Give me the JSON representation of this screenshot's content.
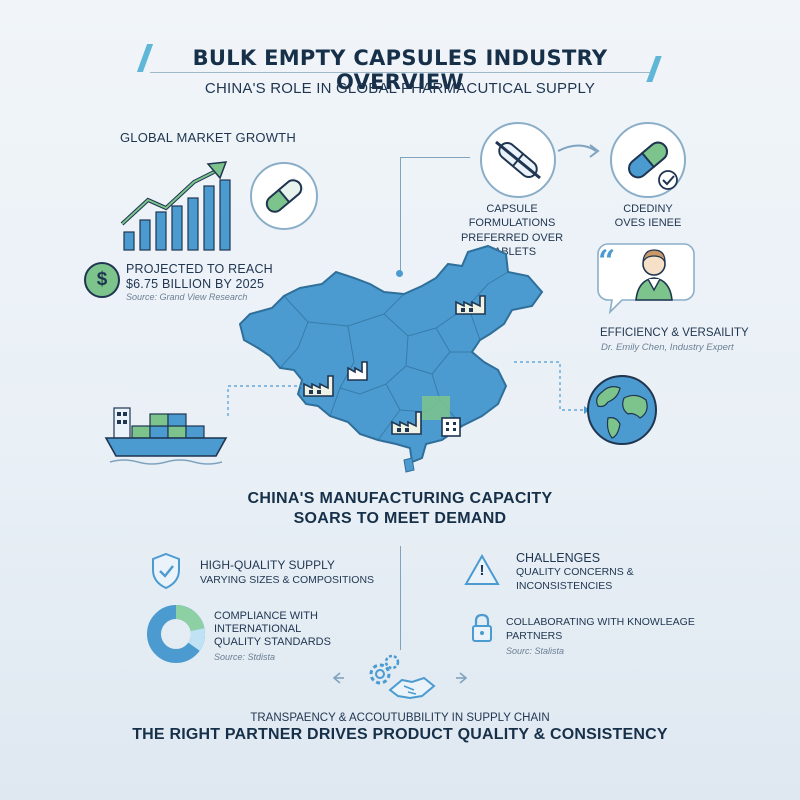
{
  "header": {
    "title": "BULK EMPTY CAPSULES INDUSTRY OVERVIEW",
    "subtitle": "CHINA'S ROLE IN GLOBAL PHARMACUTICAL SUPPLY"
  },
  "market": {
    "heading": "GLOBAL MARKET GROWTH",
    "projection_line1": "PROJECTED TO REACH",
    "projection_line2": "$6.75 BILLION BY 2025",
    "source": "Source: Grand View Research"
  },
  "formulations": {
    "line1": "CAPSULE FORMULATIONS",
    "line2": "PREFERRED OVER TABLETS",
    "right_line1": "CDEDINY",
    "right_line2": "OVES IENEE"
  },
  "expert": {
    "label": "EFFICIENCY & VERSAILITY",
    "name": "Dr. Emily Chen, Industry Expert"
  },
  "china": {
    "caption_line1": "CHINA'S MANUFACTURING CAPACITY",
    "caption_line2": "SOARS TO MEET DEMAND"
  },
  "quality": {
    "title": "HIGH-QUALITY SUPPLY",
    "subtitle": "VARYING SIZES & COMPOSITIONS"
  },
  "compliance": {
    "line1": "COMPLIANCE WITH",
    "line2": "INTERNATIONAL",
    "line3": "QUALITY STANDARDS",
    "source": "Source: Stdista"
  },
  "challenges": {
    "title": "CHALLENGES",
    "line1": "QUALITY CONCERNS &",
    "line2": "INCONSISTENCIES"
  },
  "collab": {
    "line1": "COLLABORATING WITH KNOWLEAGE",
    "line2": "PARTNERS",
    "source": "Sourc: Stalista"
  },
  "footer": {
    "line1": "TRANSPAENCY & ACCOUTUBBILITY IN SUPPLY CHAIN",
    "line2": "THE RIGHT PARTNER DRIVES PRODUCT QUALITY & CONSISTENCY"
  },
  "icons": {
    "dollar": "$",
    "quote": "“",
    "warning": "!"
  },
  "colors": {
    "map_blue": "#4b9bd1",
    "accent_green": "#7cc48c",
    "dark_text": "#173049",
    "line": "#7fa3bf"
  }
}
